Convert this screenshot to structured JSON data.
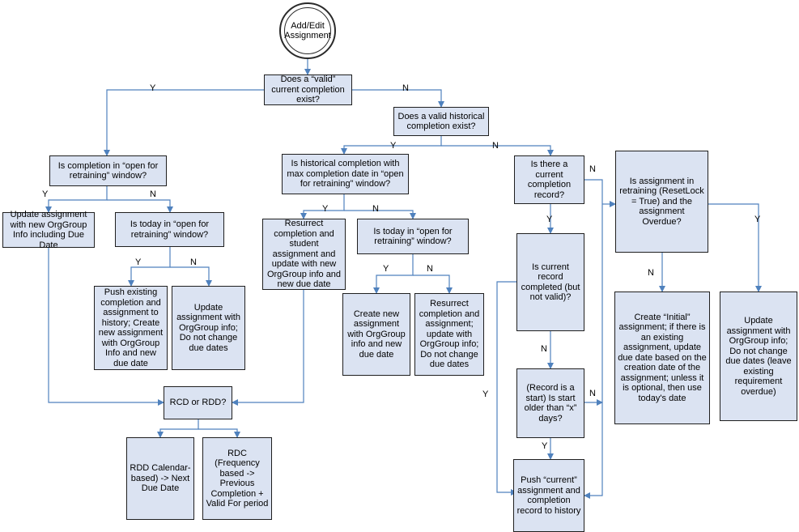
{
  "start": "Add/Edit Assignment",
  "nodes": {
    "valid_current": "Does a “valid” current completion exist?",
    "valid_historical": "Does a valid historical completion exist?",
    "open_window": "Is completion in “open for retraining” window?",
    "update_org_due": "Update assignment with new OrgGroup Info including Due Date",
    "today_open_1": "Is today in “open for retraining” window?",
    "push_history": "Push existing completion and assignment to history; Create new assignment with OrgGroup Info and new due date",
    "update_no_due_1": "Update assignment with OrgGroup info; Do not change due dates",
    "hist_max": "Is historical completion with max completion date in “open for retraining” window?",
    "resurrect_new_due": "Resurrect completion and student assignment and update with new OrgGroup info and new due date",
    "today_open_2": "Is today in “open for retraining” window?",
    "create_new": "Create new assignment with OrgGroup info and new due date",
    "resurrect_no_due": "Resurrect completion and assignment; update with OrgGroup info; Do not change due dates",
    "rcd_rdd": "RCD or RDD?",
    "rdd": "RDD Calendar-based) -> Next Due Date",
    "rdc": "RDC (Frequency based -> Previous Completion + Valid For period",
    "current_record": "Is there a current completion record?",
    "current_completed": "Is current record completed (but not valid)?",
    "record_start": "(Record is a start) Is start older than “x” days?",
    "push_current": "Push “current” assignment and completion record to history",
    "retraining_overdue": "Is assignment in retraining (ResetLock = True) and the assignment Overdue?",
    "create_initial": "Create “Initial” assignment; if there is an existing assignment, update due date based on the creation date of the assignment; unless it is optional, then use today's date",
    "update_leave_overdue": "Update assignment with OrgGroup info; Do not change due dates (leave existing requirement overdue)"
  },
  "labels": {
    "yes": "Y",
    "no": "N"
  },
  "colors": {
    "box_fill": "#dbe3f2",
    "box_border": "#1f1f1f",
    "connector": "#4f81bd"
  }
}
